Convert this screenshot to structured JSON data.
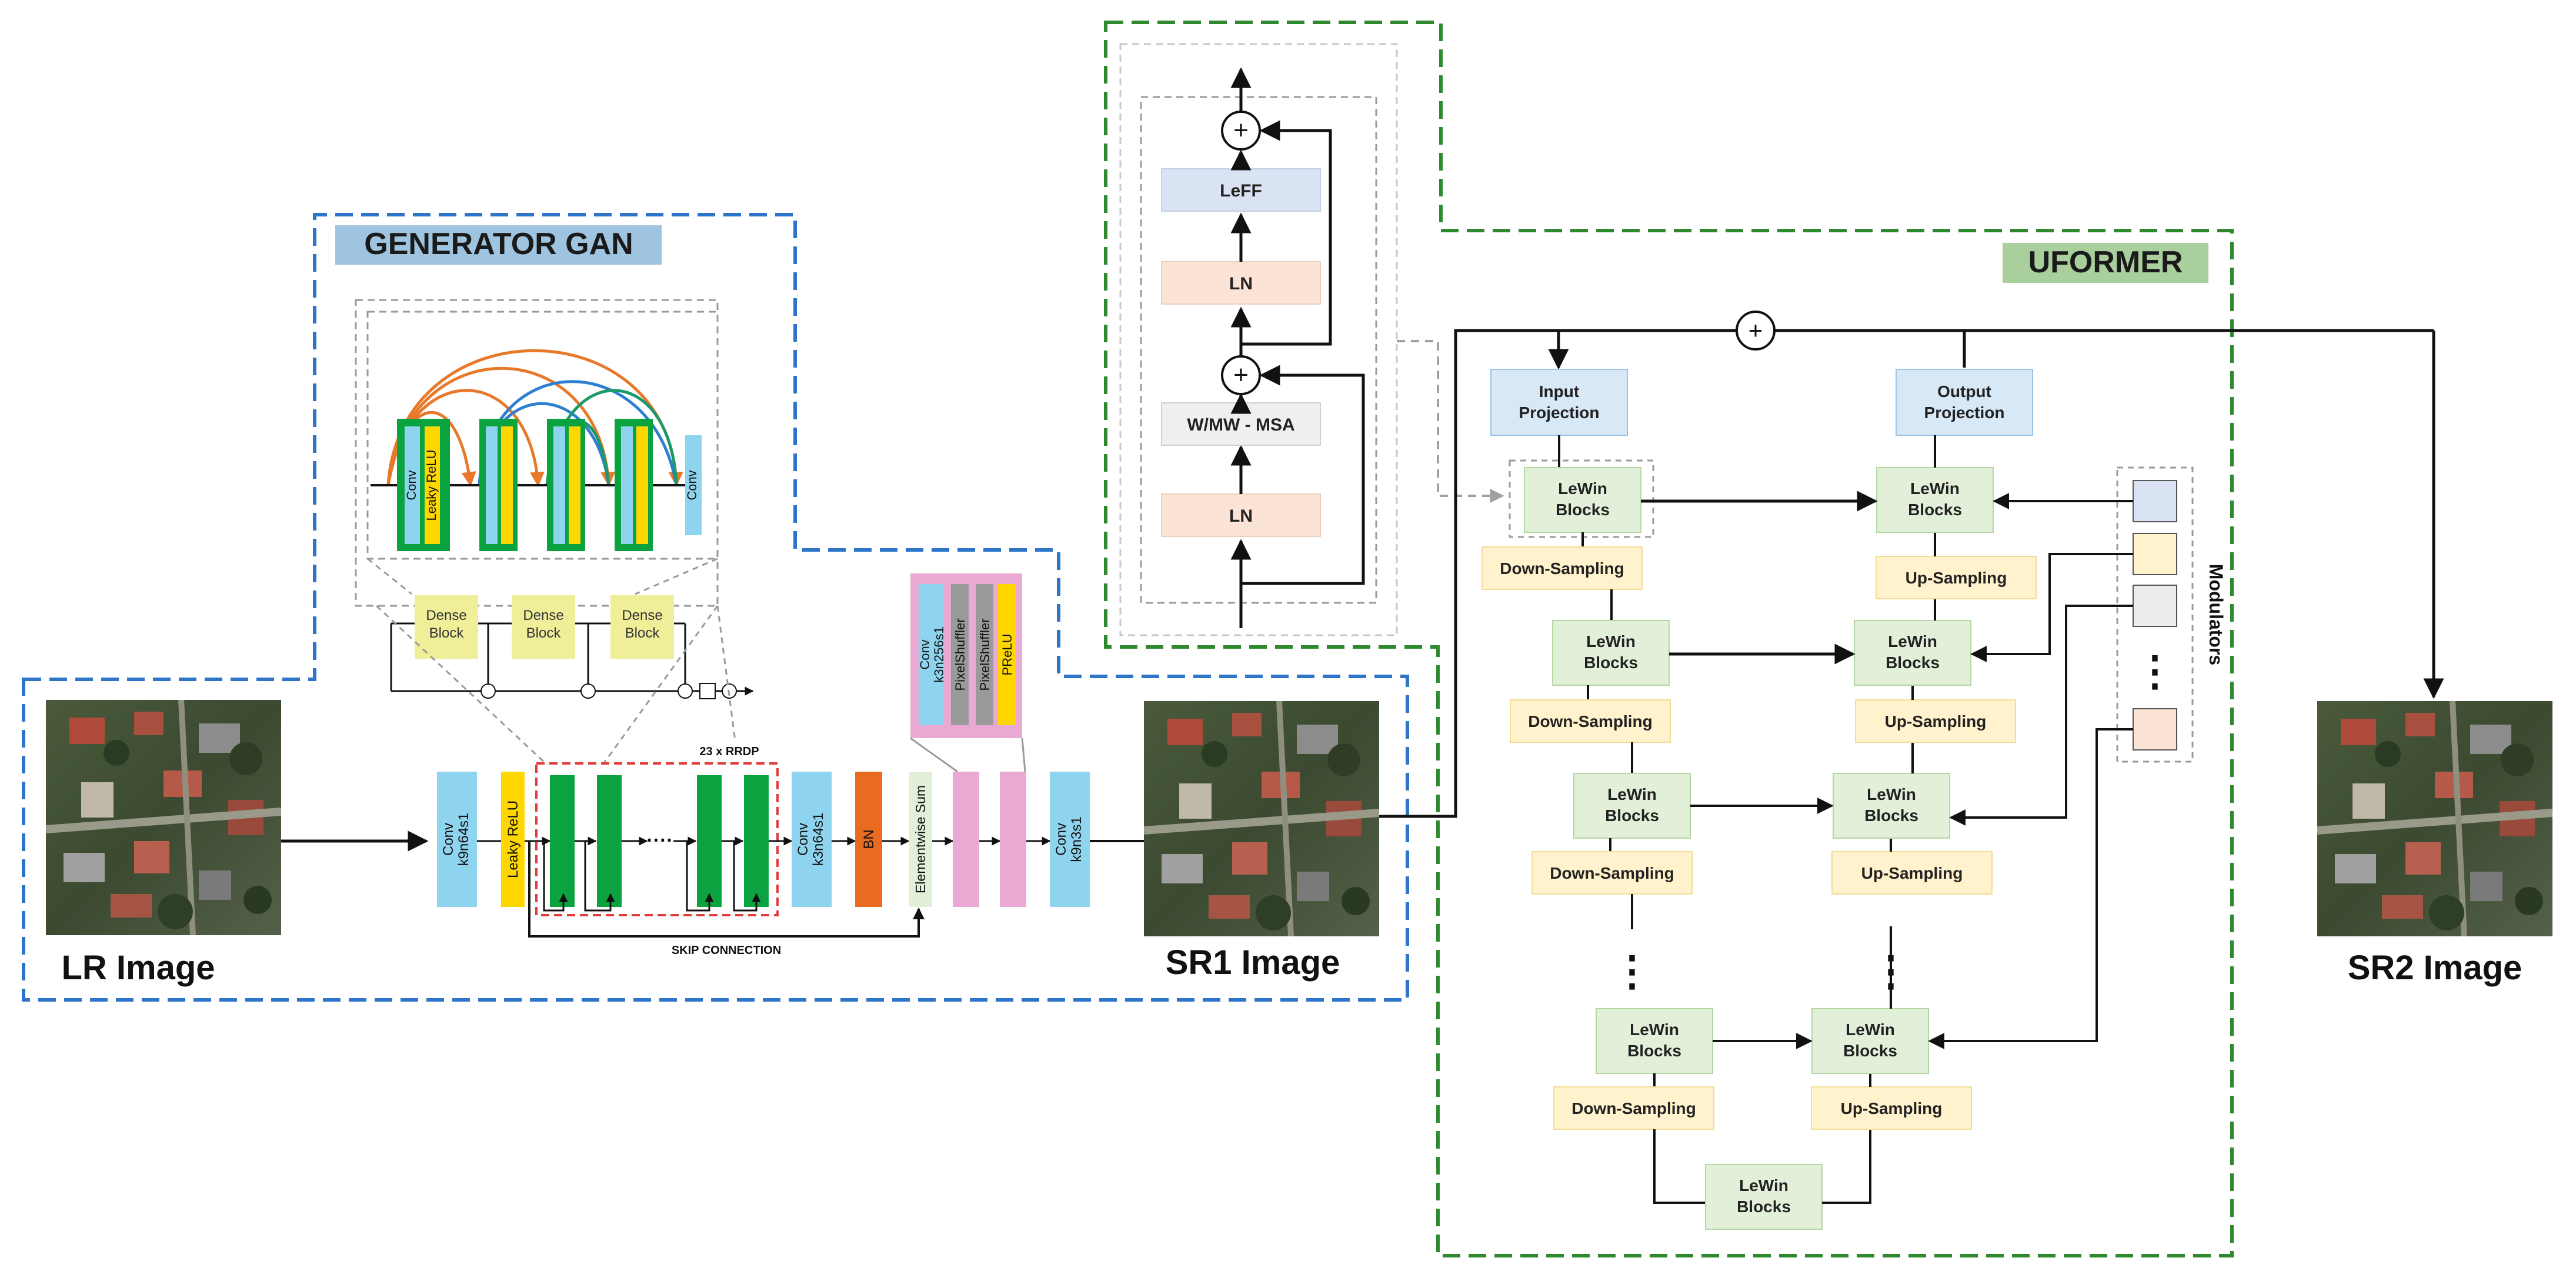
{
  "generator": {
    "title": "GENERATOR GAN",
    "dense_detail": {
      "conv": "Conv",
      "lrelu": "Leaky ReLU",
      "conv_out": "Conv"
    },
    "dense_blocks": [
      "Dense\nBlock",
      "Dense\nBlock",
      "Dense\nBlock"
    ],
    "rrdb_caption": "23 x RRDP",
    "skip_caption": "SKIP CONNECTION",
    "layers": {
      "conv1_name": "Conv",
      "conv1_params": "k9n64s1",
      "lrelu": "Leaky ReLU",
      "conv2_name": "Conv",
      "conv2_params": "k3n64s1",
      "bn": "BN",
      "esum": "Elementwise Sum",
      "conv3_name": "Conv",
      "conv3_params": "k9n3s1"
    },
    "upsample": {
      "conv": "Conv\nk3n256s1",
      "ps1": "PixelShuffler",
      "ps2": "PixelShuffler",
      "prelu": "PReLU"
    }
  },
  "images": {
    "lr": "LR Image",
    "sr1": "SR1 Image",
    "sr2": "SR2 Image"
  },
  "lewin_detail": {
    "leff": "LeFF",
    "ln_top": "LN",
    "msa": "W/MW - MSA",
    "ln_bottom": "LN",
    "plus": "+"
  },
  "uformer": {
    "title": "UFORMER",
    "input_projection": "Input\nProjection",
    "output_projection": "Output\nProjection",
    "encoder_blocks": [
      "LeWin\nBlocks",
      "LeWin\nBlocks",
      "LeWin\nBlocks",
      "LeWin\nBlocks"
    ],
    "down_sampling": [
      "Down-Sampling",
      "Down-Sampling",
      "Down-Sampling",
      "Down-Sampling"
    ],
    "bottleneck": "LeWin\nBlocks",
    "decoder_blocks": [
      "LeWin\nBlocks",
      "LeWin\nBlocks",
      "LeWin\nBlocks",
      "LeWin\nBlocks"
    ],
    "up_sampling": [
      "Up-Sampling",
      "Up-Sampling",
      "Up-Sampling",
      "Up-Sampling"
    ],
    "modulators": "Modulators",
    "ellipsis": "⋮",
    "plus": "+"
  },
  "colors": {
    "generator_border": "#2e75c9",
    "generator_title_bg": "#9ec4e0",
    "uformer_border": "#2f8a2f",
    "uformer_title_bg": "#a9cf9d",
    "conv_blue": "#8fd4ef",
    "lrelu_yellow": "#ffd700",
    "rrdb_green": "#0ba340",
    "bn_orange": "#e86b1f",
    "pink": "#eaa9d2",
    "dense_yellow": "#efef9a",
    "proj_blue": "#d7e8f7",
    "lewin_green": "#e2f0d9",
    "sampling_yellow": "#fff2cc",
    "leff_blue": "#dae3f3",
    "ln_peach": "#fbe3d6",
    "msa_gray": "#efefef"
  }
}
